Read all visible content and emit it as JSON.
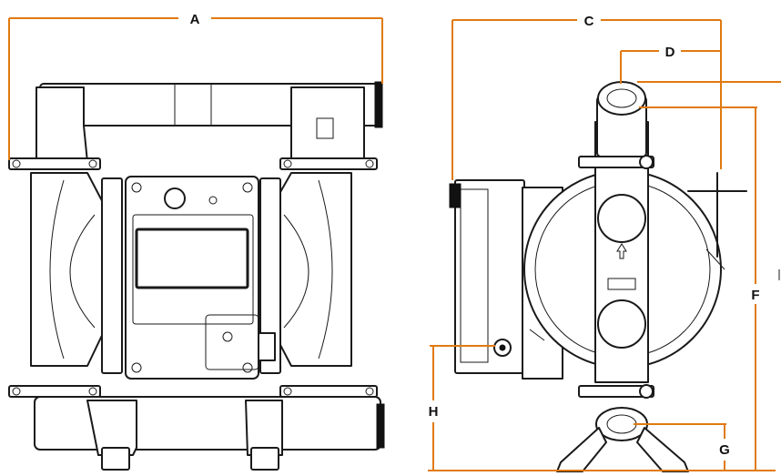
{
  "dimension_labels": {
    "a": "A",
    "c": "C",
    "d": "D",
    "e": "E",
    "f": "F",
    "g": "G",
    "h": "H"
  },
  "colors": {
    "dimension_line": "#e07a10",
    "outline": "#1a1a1a",
    "background": "#ffffff"
  }
}
